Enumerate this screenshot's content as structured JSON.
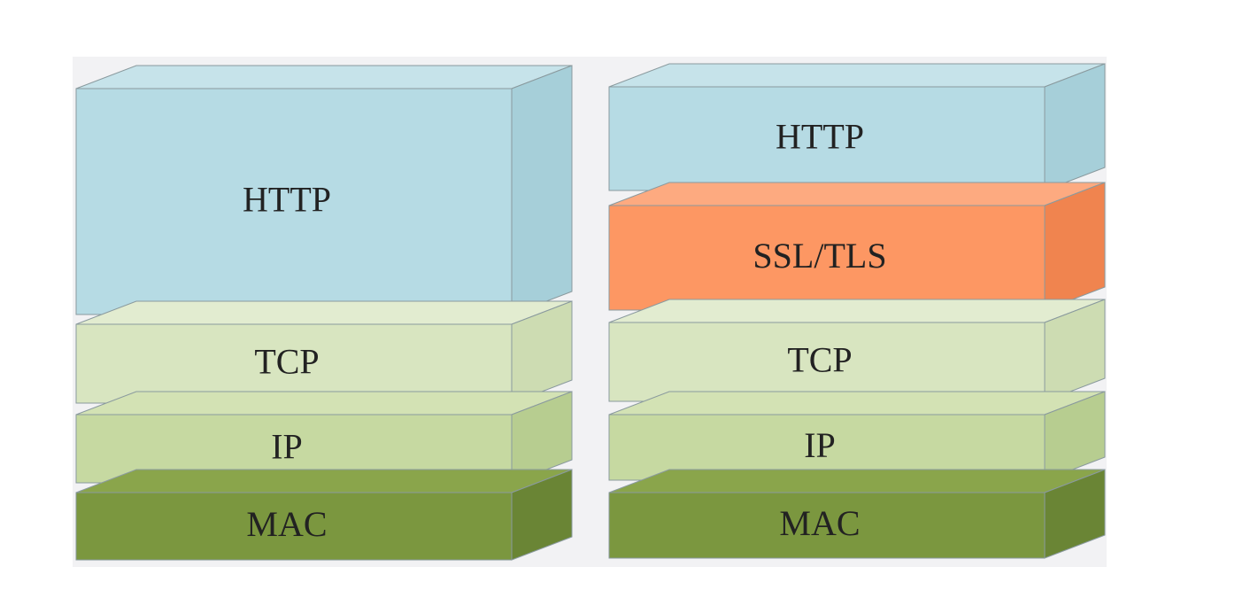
{
  "stacks": [
    {
      "id": "http-stack",
      "layers": [
        {
          "label": "HTTP",
          "front": "#b6dbe4",
          "top": "#c6e3ea",
          "side": "#a6cfd9"
        },
        {
          "label": "TCP",
          "front": "#d8e5c0",
          "top": "#e2ecd0",
          "side": "#cddcb2"
        },
        {
          "label": "IP",
          "front": "#c6d9a1",
          "top": "#d3e2b4",
          "side": "#b7cd90"
        },
        {
          "label": "MAC",
          "front": "#7b973f",
          "top": "#8aa54b",
          "side": "#6a8535"
        }
      ]
    },
    {
      "id": "https-stack",
      "layers": [
        {
          "label": "HTTP",
          "front": "#b6dbe4",
          "top": "#c6e3ea",
          "side": "#a6cfd9"
        },
        {
          "label": "SSL/TLS",
          "front": "#fd9763",
          "top": "#fdaa80",
          "side": "#f0844f"
        },
        {
          "label": "TCP",
          "front": "#d8e5c0",
          "top": "#e2ecd0",
          "side": "#cddcb2"
        },
        {
          "label": "IP",
          "front": "#c6d9a1",
          "top": "#d3e2b4",
          "side": "#b7cd90"
        },
        {
          "label": "MAC",
          "front": "#7b973f",
          "top": "#8aa54b",
          "side": "#6a8535"
        }
      ]
    }
  ]
}
